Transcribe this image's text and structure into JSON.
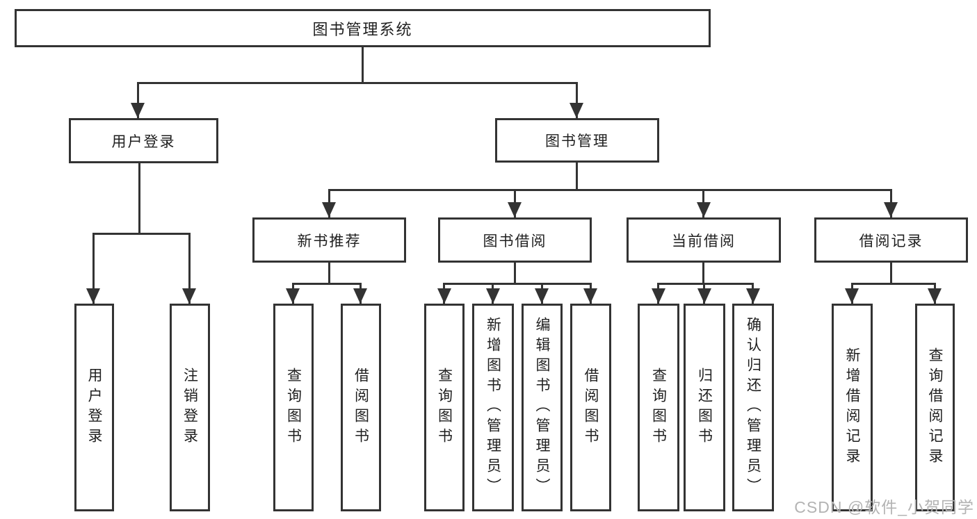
{
  "colors": {
    "line": "#333333",
    "text": "#1f1f1f",
    "box_bg": "#ffffff",
    "watermark": "#b3b3b3",
    "background": "#ffffff"
  },
  "watermark": {
    "text": "CSDN @软件_小贺同学"
  },
  "nodes": {
    "root": {
      "label": "图书管理系统"
    },
    "level2": [
      {
        "id": "user-login",
        "label": "用户登录",
        "children": [
          {
            "label": "用户登录"
          },
          {
            "label": "注销登录"
          }
        ]
      },
      {
        "id": "book-management",
        "label": "图书管理"
      }
    ],
    "level3": [
      {
        "id": "new-book-recommend",
        "label": "新书推荐",
        "children": [
          {
            "label": "查询图书"
          },
          {
            "label": "借阅图书"
          }
        ]
      },
      {
        "id": "book-borrowing",
        "label": "图书借阅",
        "children": [
          {
            "label": "查询图书"
          },
          {
            "label": "新增图书（管理员）"
          },
          {
            "label": "编辑图书（管理员）"
          },
          {
            "label": "借阅图书"
          }
        ]
      },
      {
        "id": "current-borrowing",
        "label": "当前借阅",
        "children": [
          {
            "label": "查询图书"
          },
          {
            "label": "归还图书"
          },
          {
            "label": "确认归还（管理员）"
          }
        ]
      },
      {
        "id": "borrow-records",
        "label": "借阅记录",
        "children": [
          {
            "label": "新增借阅记录"
          },
          {
            "label": "查询借阅记录"
          }
        ]
      }
    ]
  }
}
